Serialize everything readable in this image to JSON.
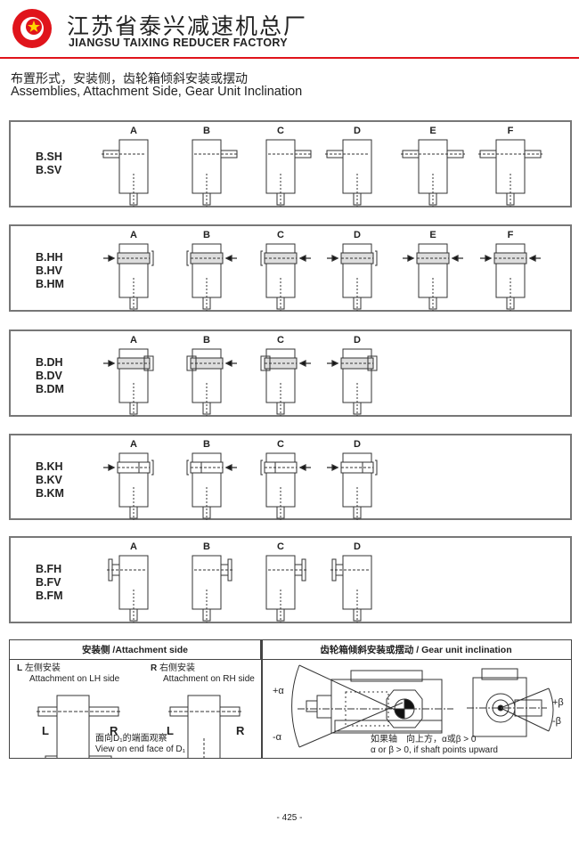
{
  "header": {
    "company_cn": "江苏省泰兴减速机总厂",
    "company_en": "JIANGSU TAIXING REDUCER FACTORY",
    "logo_color": "#e0141b"
  },
  "section": {
    "title_cn": "布置形式，安装侧，齿轮箱倾斜安装或摆动",
    "title_en": "Assemblies, Attachment Side, Gear Unit Inclination"
  },
  "panels": [
    {
      "type": "S",
      "labels": [
        "B.SH",
        "B.SV"
      ],
      "columns": [
        {
          "letter": "A",
          "side": "left"
        },
        {
          "letter": "B",
          "side": "right"
        },
        {
          "letter": "C",
          "side": "right"
        },
        {
          "letter": "D",
          "side": "left"
        },
        {
          "letter": "E",
          "side": "both"
        },
        {
          "letter": "F",
          "side": "both"
        }
      ]
    },
    {
      "type": "H",
      "labels": [
        "B.HH",
        "B.HV",
        "B.HM"
      ],
      "columns": [
        {
          "letter": "A",
          "side": "left"
        },
        {
          "letter": "B",
          "side": "right"
        },
        {
          "letter": "C",
          "side": "right"
        },
        {
          "letter": "D",
          "side": "left"
        },
        {
          "letter": "E",
          "side": "both"
        },
        {
          "letter": "F",
          "side": "both"
        }
      ]
    },
    {
      "type": "D",
      "labels": [
        "B.DH",
        "B.DV",
        "B.DM"
      ],
      "columns": [
        {
          "letter": "A",
          "side": "left"
        },
        {
          "letter": "B",
          "side": "right"
        },
        {
          "letter": "C",
          "side": "right"
        },
        {
          "letter": "D",
          "side": "left"
        }
      ]
    },
    {
      "type": "K",
      "labels": [
        "B.KH",
        "B.KV",
        "B.KM"
      ],
      "columns": [
        {
          "letter": "A",
          "side": "left"
        },
        {
          "letter": "B",
          "side": "right"
        },
        {
          "letter": "C",
          "side": "right"
        },
        {
          "letter": "D",
          "side": "left"
        }
      ]
    },
    {
      "type": "F",
      "labels": [
        "B.FH",
        "B.FV",
        "B.FM"
      ],
      "columns": [
        {
          "letter": "A",
          "side": "left"
        },
        {
          "letter": "B",
          "side": "right"
        },
        {
          "letter": "C",
          "side": "right"
        },
        {
          "letter": "D",
          "side": "left"
        }
      ]
    }
  ],
  "attachment": {
    "header": "安装侧 /Attachment side",
    "L_letter": "L",
    "L_cn": "左侧安装",
    "L_en": "Attachment on LH side",
    "R_letter": "R",
    "R_cn": "右侧安装",
    "R_en": "Attachment on RH side",
    "side_L": "L",
    "side_R": "R",
    "view_cn": "面向D₁的端面观察",
    "view_en": "View on end face of D₁"
  },
  "inclination": {
    "header": "齿轮箱倾斜安装或摆动 / Gear unit inclination",
    "plus_alpha": "+α",
    "minus_alpha": "-α",
    "plus_beta": "+β",
    "minus_beta": "-β",
    "note_cn": "如果轴　向上方，α或β > 0",
    "note_en": "α or β > 0, if shaft points upward"
  },
  "page_number": "- 425 -"
}
